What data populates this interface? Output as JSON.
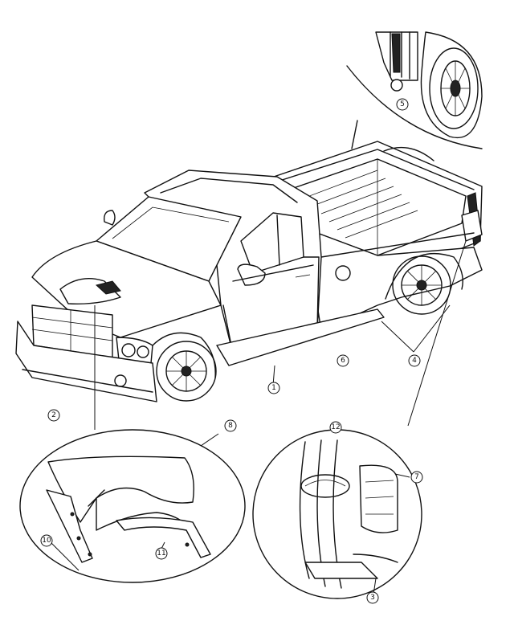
{
  "figure": {
    "callouts": [
      {
        "id": "c1",
        "label": "1"
      },
      {
        "id": "c2",
        "label": "2"
      },
      {
        "id": "c3",
        "label": "3"
      },
      {
        "id": "c4",
        "label": "4"
      },
      {
        "id": "c5",
        "label": "5"
      },
      {
        "id": "c6",
        "label": "6"
      },
      {
        "id": "c7",
        "label": "7"
      },
      {
        "id": "c8",
        "label": "8"
      },
      {
        "id": "c10",
        "label": "10"
      },
      {
        "id": "c11",
        "label": "11"
      },
      {
        "id": "c12",
        "label": "12"
      }
    ]
  }
}
